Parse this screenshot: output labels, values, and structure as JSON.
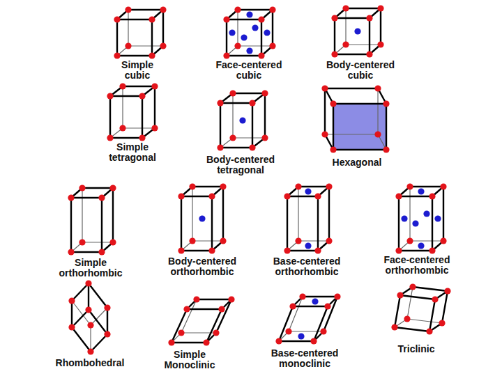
{
  "diagram": {
    "labels": [
      "Simple cubic",
      "Face-centered cubic",
      "Body-centered cubic",
      "Simple tetragonal",
      "Body-centered tetragonal",
      "Hexagonal",
      "Simple orthorhombic",
      "Body-centered orthorhombic",
      "Base-centered orthorhombic",
      "Face-centered orthorhombic",
      "Rhombohedral",
      "Simple Monoclinic",
      "Base-centered monoclinic",
      "Triclinic"
    ]
  }
}
